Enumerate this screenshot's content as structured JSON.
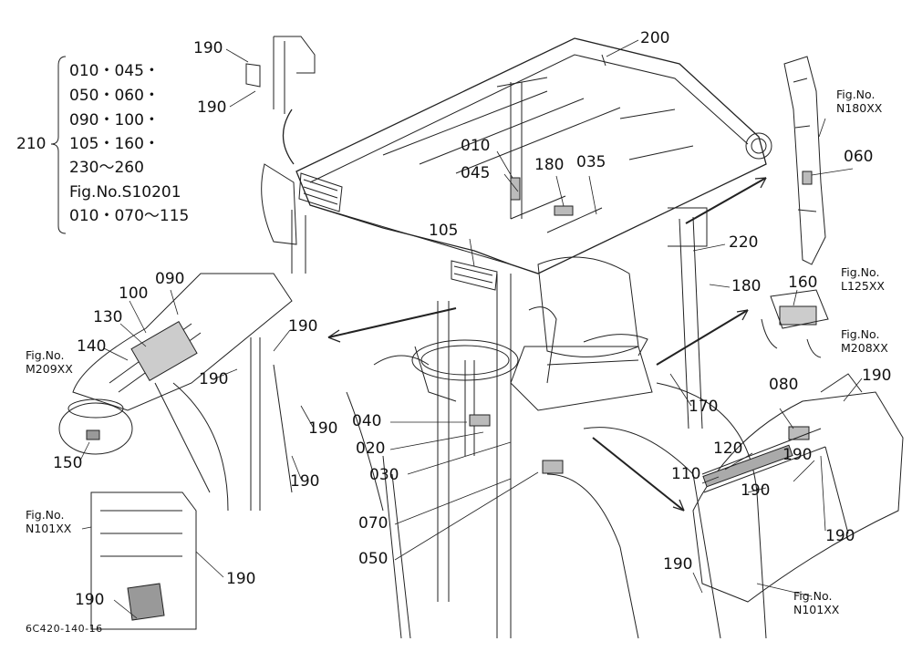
{
  "legend": {
    "ref": "210",
    "lines": [
      "010・045・",
      "050・060・",
      "090・100・",
      "105・160・",
      "230～260",
      "Fig.No.S10201",
      "010・070～115"
    ]
  },
  "part_labels": {
    "p190_tl_a": "190",
    "p190_tl_b": "190",
    "p200": "200",
    "p010": "010",
    "p045": "045",
    "p180_top": "180",
    "p035": "035",
    "p105": "105",
    "p220": "220",
    "p180_right": "180",
    "p060": "060",
    "p160": "160",
    "p190_r1": "190",
    "p080": "080",
    "p120": "120",
    "p190_r2": "190",
    "p110": "110",
    "p190_r3": "190",
    "p190_r4": "190",
    "p190_br": "190",
    "p170": "170",
    "p040": "040",
    "p020": "020",
    "p030": "030",
    "p070": "070",
    "p050": "050",
    "p090": "090",
    "p100": "100",
    "p130": "130",
    "p140": "140",
    "p150": "150",
    "p190_l1": "190",
    "p190_l2": "190",
    "p190_l3": "190",
    "p190_l4": "190",
    "p190_l5": "190",
    "p190_l6": "190"
  },
  "fig_refs": {
    "n180": {
      "title": "Fig.No.",
      "num": "N180XX"
    },
    "l125": {
      "title": "Fig.No.",
      "num": "L125XX"
    },
    "m208": {
      "title": "Fig.No.",
      "num": "M208XX"
    },
    "m209": {
      "title": "Fig.No.",
      "num": "M209XX"
    },
    "n101_left": {
      "title": "Fig.No.",
      "num": "N101XX"
    },
    "n101_right": {
      "title": "Fig.No.",
      "num": "N101XX"
    }
  },
  "drawing_code": "6C420-140-16"
}
